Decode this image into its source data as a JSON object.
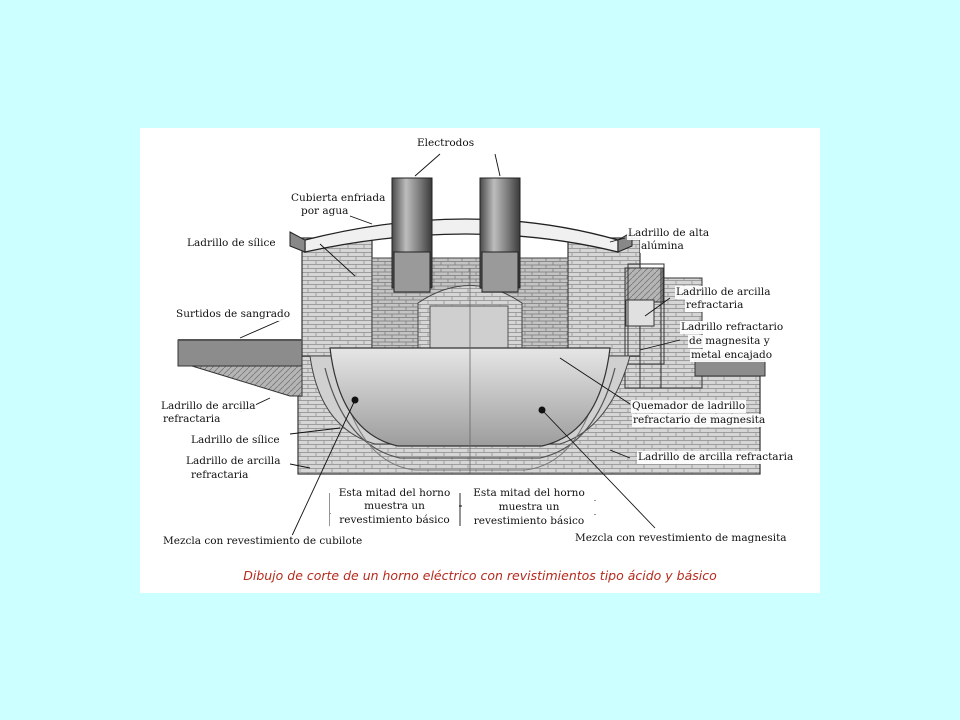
{
  "labels": {
    "electrodes": "Electrodos",
    "water_cooled_cover_1": "Cubierta enfriada",
    "water_cooled_cover_2": "por agua",
    "silica_brick_top": "Ladrillo de sílice",
    "high_alumina_1": "Ladrillo de alta",
    "high_alumina_2": "alúmina",
    "tap_spouts": "Surtidos de sangrado",
    "fireclay_right_1": "Ladrillo de arcilla",
    "fireclay_right_2": "refractaria",
    "magnesite_metal_1": "Ladrillo refractario",
    "magnesite_metal_2": "de magnesita y",
    "magnesite_metal_3": "metal encajado",
    "fireclay_left_1": "Ladrillo de arcilla",
    "fireclay_left_2": "refractaria",
    "burned_magnesite_1": "Quemador de ladrillo",
    "burned_magnesite_2": "refractario de magnesita",
    "silica_brick_bottom": "Ladrillo de sílice",
    "fireclay_bottom_1": "Ladrillo de arcilla",
    "fireclay_bottom_2": "refractaria",
    "fireclay_bottom_right": "Ladrillo de arcilla refractaria",
    "half_left_1": "Esta mitad del horno",
    "half_left_2": "muestra un",
    "half_left_3": "revestimiento básico",
    "half_right_1": "Esta mitad del horno",
    "half_right_2": "muestra un",
    "half_right_3": "revestimiento básico",
    "cupola_mix": "Mezcla con revestimiento de cubilote",
    "magnesite_mix": "Mezcla con revestimiento de magnesita"
  },
  "caption": "Dibujo de corte de un horno eléctrico con revistimientos tipo ácido y básico",
  "colors": {
    "background": "#ccffff",
    "caption": "#b52a1c"
  }
}
